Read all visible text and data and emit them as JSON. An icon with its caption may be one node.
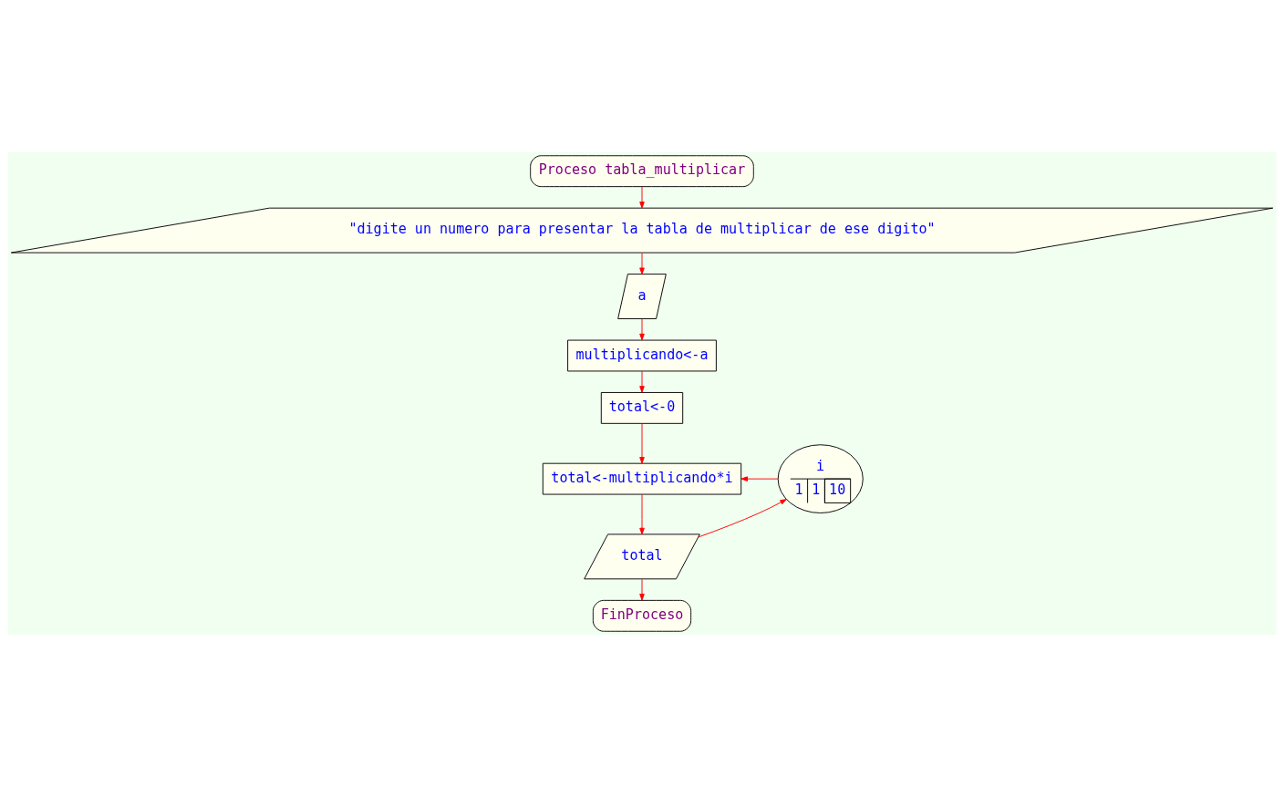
{
  "diagram": {
    "nodes": [
      {
        "text": [
          "Proceso tabla_multiplicar"
        ]
      },
      {
        "text": [
          "\"digite un numero para presentar la tabla de multiplicar de ese digito\""
        ]
      },
      {
        "text": [
          "a"
        ]
      },
      {
        "text": [
          "multiplicando<-a"
        ]
      },
      {
        "text": [
          "total<-0"
        ]
      },
      {
        "text": [
          "total<-multiplicando*i"
        ]
      },
      {
        "text": [
          "total"
        ]
      },
      {
        "text": [
          "i",
          "1",
          "1",
          "10"
        ]
      },
      {
        "text": [
          "FinProceso"
        ]
      }
    ],
    "edges": [
      {
        "from": 0,
        "to": 1,
        "arrow": "to"
      },
      {
        "from": 1,
        "to": 2,
        "arrow": "to"
      },
      {
        "from": 2,
        "to": 3,
        "arrow": "to"
      },
      {
        "from": 3,
        "to": 4,
        "arrow": "to"
      },
      {
        "from": 4,
        "to": 5,
        "arrow": "to"
      },
      {
        "from": 7,
        "to": 5,
        "arrow": "to"
      },
      {
        "from": 5,
        "to": 6,
        "arrow": "to"
      },
      {
        "from": 6,
        "to": 7,
        "arrow": "to"
      },
      {
        "from": 6,
        "to": 8,
        "arrow": "to"
      }
    ]
  }
}
